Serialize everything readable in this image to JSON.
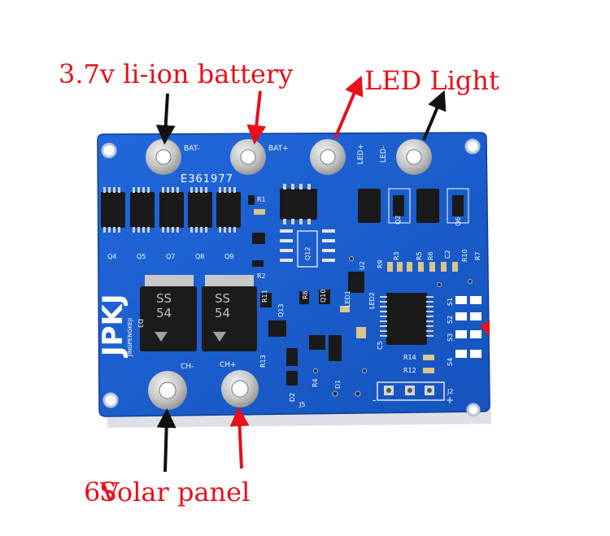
{
  "annotations": {
    "battery": "3.7v li-ion battery",
    "led": "LED Light",
    "solar_prefix": "6V",
    "solar": "Solar panel"
  },
  "board": {
    "model": "E361977",
    "brand": "JPKJ",
    "brand_sub": "JINGPENGKEJI",
    "pads": {
      "bat_minus": "BAT-",
      "bat_plus": "BAT+",
      "led_plus": "LED+",
      "led_minus": "LED-",
      "ch_minus": "CH-",
      "ch_plus": "CH+"
    },
    "mosfets": [
      "Q4",
      "Q5",
      "Q7",
      "Q8",
      "Q9"
    ],
    "diodes": [
      {
        "line1": "SS",
        "line2": "54"
      },
      {
        "line1": "SS",
        "line2": "54"
      }
    ],
    "refs": [
      "R1",
      "R2",
      "Q12",
      "Q10",
      "R11",
      "Q13",
      "R8",
      "LED1",
      "LED2",
      "R13",
      "R4",
      "D1",
      "D2",
      "J5",
      "U2",
      "R9",
      "R3",
      "R5",
      "R6",
      "R10",
      "R7",
      "C2",
      "C5",
      "S1",
      "S2",
      "S3",
      "S4",
      "R14",
      "R12",
      "J2",
      "Q2",
      "Q6",
      "D3"
    ],
    "connector_pol": {
      "minus": "-",
      "plus": "+"
    }
  },
  "colors": {
    "pcb": "#1c5fd0",
    "pcb_dark": "#1248a8",
    "silk": "#ffffff",
    "pad": "#c9c9c9",
    "arrow_red": "#e8101a",
    "arrow_black": "#111111"
  }
}
